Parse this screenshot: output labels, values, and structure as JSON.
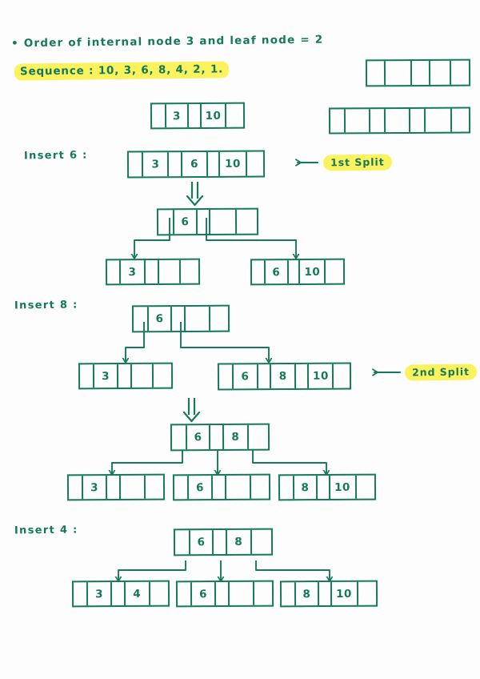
{
  "page": {
    "ink_color": "#15795d",
    "highlight_color": "#fbf25e",
    "background": "#fdfdfd"
  },
  "header": {
    "bullet": "•",
    "order_note": "Order of internal node 3 and leaf node = 2",
    "sequence_label": "Sequence :",
    "sequence_values": "10, 3, 6, 8, 4, 2, 1."
  },
  "annotations": {
    "first_split": "1st Split",
    "second_split": "2nd Split",
    "insert6": "Insert 6 :",
    "insert8": "Insert 8 :",
    "insert4": "Insert 4 :"
  },
  "templates": {
    "internal_node_template_cells": 5,
    "leaf_node_template_cells": 7
  },
  "chart_data": {
    "type": "diagram",
    "title": "B-tree insertion trace",
    "order_internal": 3,
    "order_leaf": 2,
    "insertion_sequence": [
      10,
      3,
      6,
      8,
      4,
      2,
      1
    ],
    "steps": [
      {
        "name": "initial",
        "nodes": [
          {
            "id": "n-initial",
            "cells": [
              "",
              "3",
              "",
              "10",
              ""
            ],
            "cell_count": 5
          }
        ]
      },
      {
        "name": "insert-6-overflow",
        "label": "Insert 6 :",
        "annotation": "1st Split",
        "nodes": [
          {
            "id": "n-insert6",
            "cells": [
              "",
              "3",
              "",
              "6",
              "",
              "10",
              ""
            ],
            "cell_count": 7
          }
        ]
      },
      {
        "name": "after-first-split",
        "nodes": [
          {
            "id": "n-root-1",
            "cells": [
              "",
              "6",
              "",
              "",
              ""
            ],
            "cell_count": 5
          },
          {
            "id": "n-leaf-1a",
            "cells": [
              "",
              "3",
              "",
              "",
              ""
            ],
            "cell_count": 5
          },
          {
            "id": "n-leaf-1b",
            "cells": [
              "",
              "6",
              "",
              "10",
              ""
            ],
            "cell_count": 5
          }
        ]
      },
      {
        "name": "insert-8-overflow",
        "label": "Insert 8 :",
        "annotation": "2nd Split",
        "nodes": [
          {
            "id": "n-root-2",
            "cells": [
              "",
              "6",
              "",
              "",
              ""
            ],
            "cell_count": 5
          },
          {
            "id": "n-leaf-2a",
            "cells": [
              "",
              "3",
              "",
              "",
              ""
            ],
            "cell_count": 5
          },
          {
            "id": "n-leaf-2b",
            "cells": [
              "",
              "6",
              "",
              "8",
              "",
              "10",
              ""
            ],
            "cell_count": 7
          }
        ]
      },
      {
        "name": "after-second-split",
        "nodes": [
          {
            "id": "n-root-3",
            "cells": [
              "",
              "6",
              "",
              "8",
              ""
            ],
            "cell_count": 5
          },
          {
            "id": "n-leaf-3a",
            "cells": [
              "",
              "3",
              "",
              "",
              ""
            ],
            "cell_count": 5
          },
          {
            "id": "n-leaf-3b",
            "cells": [
              "",
              "6",
              "",
              "",
              ""
            ],
            "cell_count": 5
          },
          {
            "id": "n-leaf-3c",
            "cells": [
              "",
              "8",
              "",
              "10",
              ""
            ],
            "cell_count": 5
          }
        ]
      },
      {
        "name": "insert-4",
        "label": "Insert 4 :",
        "nodes": [
          {
            "id": "n-root-4",
            "cells": [
              "",
              "6",
              "",
              "8",
              ""
            ],
            "cell_count": 5
          },
          {
            "id": "n-leaf-4a",
            "cells": [
              "",
              "3",
              "",
              "4",
              ""
            ],
            "cell_count": 5
          },
          {
            "id": "n-leaf-4b",
            "cells": [
              "",
              "6",
              "",
              "",
              ""
            ],
            "cell_count": 5
          },
          {
            "id": "n-leaf-4c",
            "cells": [
              "",
              "8",
              "",
              "10",
              ""
            ],
            "cell_count": 5
          }
        ]
      }
    ]
  }
}
